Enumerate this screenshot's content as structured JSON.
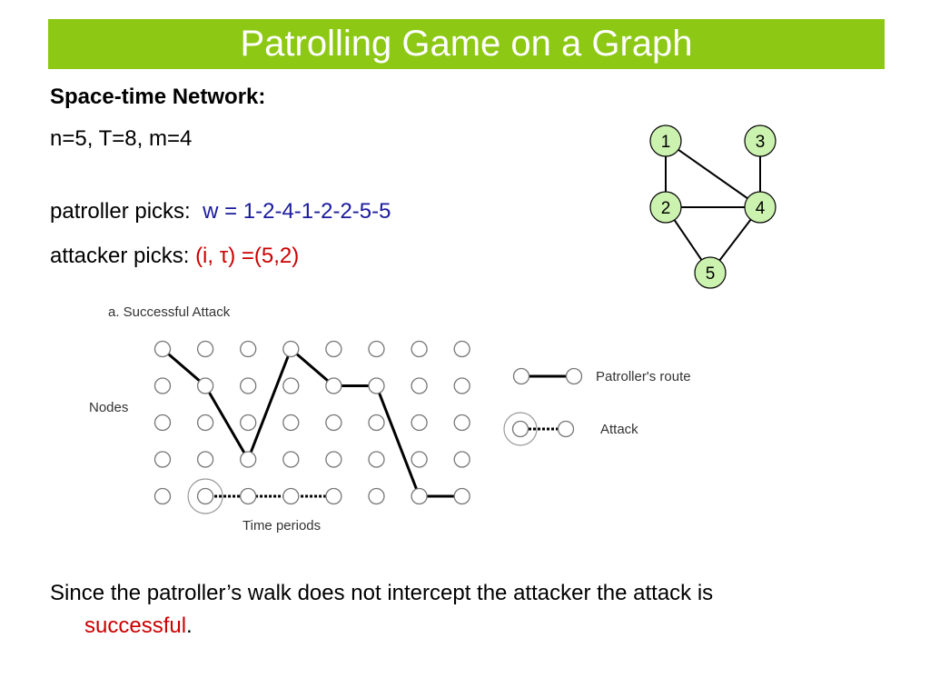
{
  "title": "Patrolling Game on a Graph",
  "heading": "Space-time Network:",
  "params": "n=5, T=8, m=4",
  "patroller": {
    "label": "patroller picks:",
    "value": "w = 1-2-4-1-2-2-5-5"
  },
  "attacker": {
    "label": "attacker picks:",
    "value": "(i, τ) =(5,2)"
  },
  "graph": {
    "nodes": [
      "1",
      "2",
      "3",
      "4",
      "5"
    ],
    "edges": [
      [
        "1",
        "2"
      ],
      [
        "1",
        "4"
      ],
      [
        "3",
        "4"
      ],
      [
        "2",
        "4"
      ],
      [
        "2",
        "5"
      ],
      [
        "4",
        "5"
      ]
    ],
    "node_fill": "#ccf2b0"
  },
  "figure": {
    "caption": "a. Successful Attack",
    "y_label": "Nodes",
    "x_label": "Time periods",
    "rows": 5,
    "cols": 8,
    "route": [
      1,
      2,
      4,
      1,
      2,
      2,
      5,
      5
    ],
    "attack": {
      "node": 5,
      "start": 2,
      "duration": 4
    },
    "legend": {
      "route_label": "Patroller's route",
      "attack_label": "Attack"
    }
  },
  "conclusion": {
    "text": "Since the patroller’s walk does not intercept the attacker the attack is",
    "highlight": "successful",
    "end": "."
  },
  "colors": {
    "title_bar": "#8dc814",
    "blue": "#1a1a9e",
    "red": "#cc0000"
  }
}
